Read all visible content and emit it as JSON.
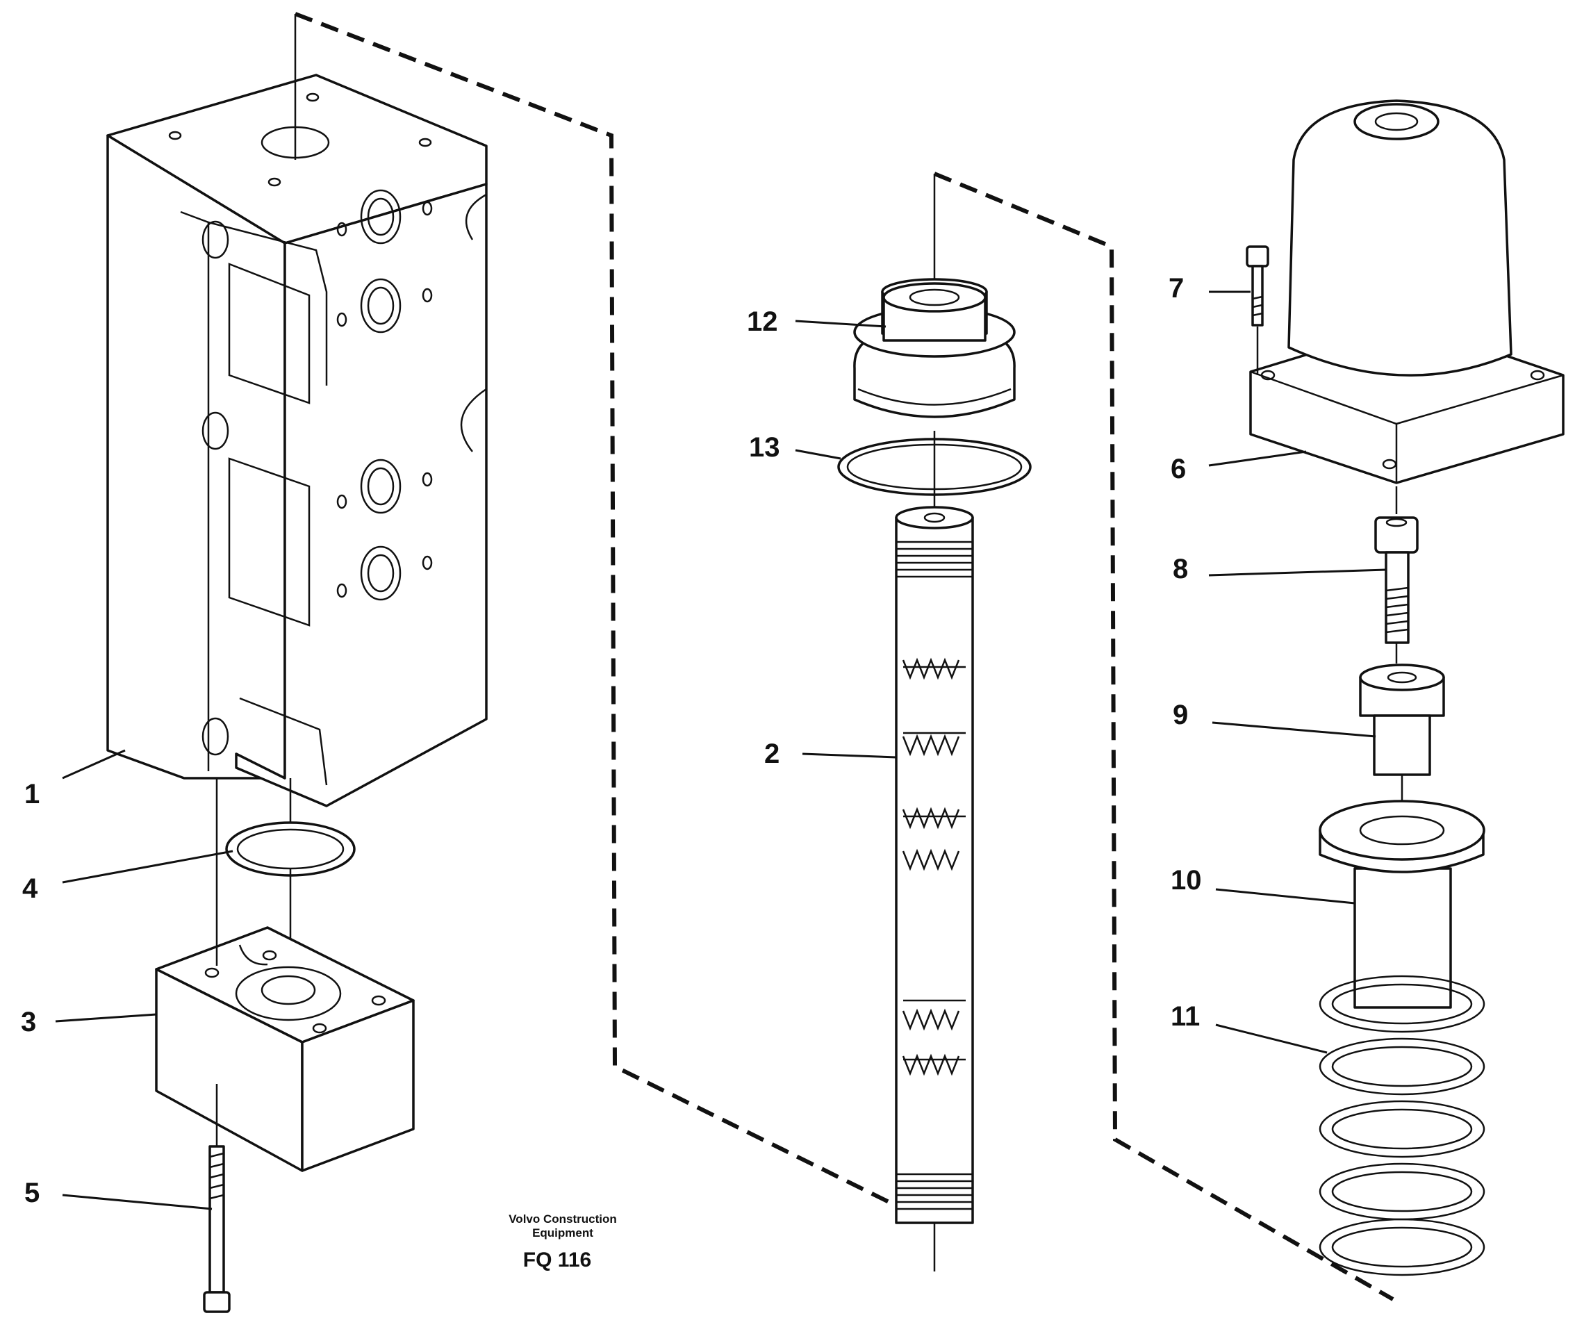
{
  "callouts": [
    "1",
    "2",
    "3",
    "4",
    "5",
    "6",
    "7",
    "8",
    "9",
    "10",
    "11",
    "12",
    "13"
  ],
  "publisher_line1": "Volvo Construction",
  "publisher_line2": "Equipment",
  "figure_code": "FQ 116"
}
